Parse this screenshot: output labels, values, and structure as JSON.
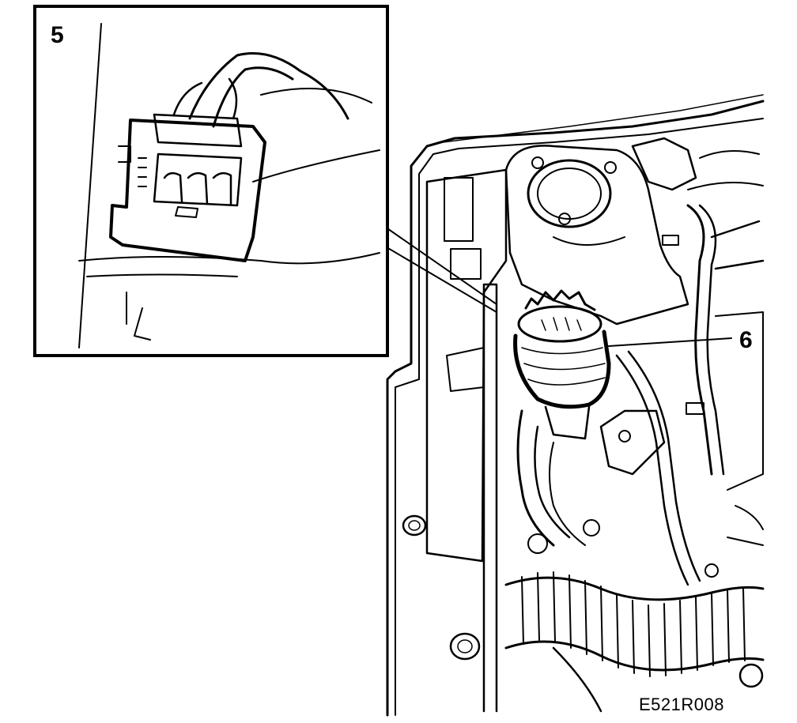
{
  "diagram": {
    "callouts": {
      "detail": "5",
      "part": "6"
    },
    "figure_code": "E521R008",
    "colors": {
      "ink": "#000000",
      "paper": "#ffffff"
    }
  }
}
